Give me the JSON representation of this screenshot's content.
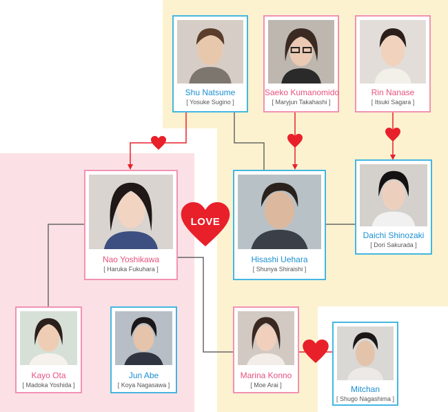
{
  "colors": {
    "male_border": "#44b6e0",
    "female_border": "#f291b3",
    "male_name": "#1a8fd0",
    "female_name": "#e7517e",
    "heart": "#e8202a",
    "yellow_group_bg": "#fcf2cf",
    "pink_group_bg": "#fbe1e5",
    "connector_gray": "#666666"
  },
  "love_label": "LOVE",
  "characters": {
    "shu": {
      "name": "Shu Natsume",
      "actor": "[ Yosuke Sugino ]",
      "gender": "male"
    },
    "saeko": {
      "name": "Saeko Kumanomido",
      "actor": "[ Maryjun Takahashi ]",
      "gender": "female"
    },
    "rin": {
      "name": "Rin Nanase",
      "actor": "[ Itsuki Sagara ]",
      "gender": "female"
    },
    "nao": {
      "name": "Nao Yoshikawa",
      "actor": "[ Haruka Fukuhara ]",
      "gender": "female"
    },
    "hisashi": {
      "name": "Hisashi Uehara",
      "actor": "[ Shunya Shiraishi ]",
      "gender": "male"
    },
    "daichi": {
      "name": "Daichi Shinozaki",
      "actor": "[ Dori Sakurada ]",
      "gender": "male"
    },
    "kayo": {
      "name": "Kayo Ota",
      "actor": "[ Madoka Yoshida ]",
      "gender": "female"
    },
    "jun": {
      "name": "Jun Abe",
      "actor": "[ Koya Nagasawa ]",
      "gender": "male"
    },
    "marina": {
      "name": "Marina Konno",
      "actor": "[ Moe Arai ]",
      "gender": "female"
    },
    "mitchan": {
      "name": "Mitchan",
      "actor": "[ Shugo Nagashima ]",
      "gender": "male"
    }
  }
}
